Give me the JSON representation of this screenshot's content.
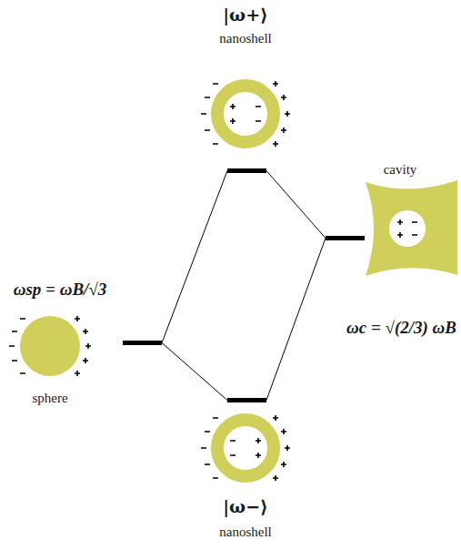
{
  "diagram": {
    "nodes": [
      {
        "text": [
          "|ω+⟩",
          "nanoshell"
        ]
      },
      {
        "text": [
          "cavity",
          "ωc = √(2/3) ωB"
        ]
      },
      {
        "text": [
          "ωsp = ωB/√3",
          "sphere"
        ]
      },
      {
        "text": [
          "|ω−⟩",
          "nanoshell"
        ]
      }
    ],
    "edges": [
      {
        "from": 2,
        "to": 0,
        "arrow": "none"
      },
      {
        "from": 2,
        "to": 3,
        "arrow": "none"
      },
      {
        "from": 0,
        "to": 1,
        "arrow": "none"
      },
      {
        "from": 3,
        "to": 1,
        "arrow": "none"
      }
    ]
  }
}
